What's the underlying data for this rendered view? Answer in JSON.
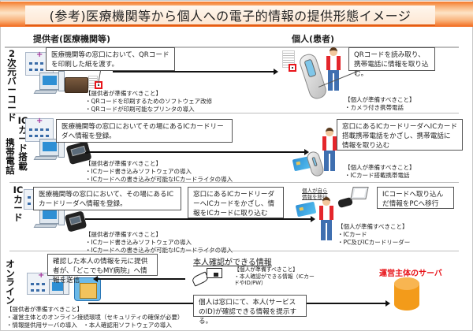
{
  "title": "(参考)医療機関等から個人への電子的情報の提供形態イメージ",
  "columns": {
    "provider": "提供者(医療機関等)",
    "individual": "個人(患者)"
  },
  "rows": [
    {
      "id": "qr",
      "label": "2次元バーコード",
      "provider_callout": "医療機関等の窓口において、QRコードを印刷した紙を渡す。",
      "provider_prep": [
        "【提供者が準備すべきこと】",
        "・QRコードを印刷するためのソフトウェア改修",
        "・QRコードが印刷可能なプリンタの導入"
      ],
      "individual_callout": "QRコードを読み取り、携帯電話に情報を取り込む。",
      "individual_prep": [
        "【個人が準備すべきこと】",
        "・カメラ付き携帯電話"
      ]
    },
    {
      "id": "ic-phone",
      "label": "ICカード搭載携帯電話",
      "provider_callout": "医療機関等の窓口においてその場にあるICカードリーダへ情報を登録。",
      "provider_prep": [
        "【提供者が準備すべきこと】",
        "・ICカード書き込みソフトウェアの導入",
        "・ICカードへの書き込みが可能なICカードライタの導入"
      ],
      "individual_callout": "窓口にあるICカードリーダへICカード搭載携帯電話をかざし、携帯電話に情報を取り込む",
      "individual_prep": [
        "【個人が準備すべきこと】",
        "・ICカード搭載携帯電話"
      ]
    },
    {
      "id": "ic-card",
      "label": "ICカード",
      "provider_callout": "医療機関等の窓口において、その場にあるICカードリーダへ情報を登録。",
      "provider_prep": [
        "【提供者が準備すべきこと】",
        "・ICカード書き込みソフトウェアの導入",
        "・ICカードへの書き込みが可能なICカードライタの導入"
      ],
      "individual_callout": "窓口にあるICカードリーダーへICカードをかざし、情報をICカードに取り込む",
      "self_transfer_note": [
        "個人が自ら",
        "情報を移行"
      ],
      "pc_callout": "ICコードへ取り込んだ情報をPCへ移行",
      "individual_prep": [
        "【個人が準備すべきこと】",
        "・ICカード",
        "・PC及びICカードリーダー"
      ]
    },
    {
      "id": "online",
      "label": "オンライン",
      "provider_callout": "確認した本人の情報を元に提供者が、「どこでもMY病院」へ情報を送信",
      "provider_prep": [
        "【提供者が準備すべきこと】",
        "・運営主体とのオンライン接続環境（セキュリティの確保が必要）",
        "・情報提供用サーバの導入　・本人確認用ソフトウェアの導入"
      ],
      "id_heading": "本人確認ができる情報",
      "individual_prep": [
        "【個人が準備すべきこと】",
        "・本人確認ができる情報（ICカー",
        "ドやID/PW）"
      ],
      "individual_callout": "個人は窓口にて、本人(サービスのID)が確認できる情報を提示する。",
      "server_label": "運営主体のサーバ"
    }
  ],
  "icons": [
    "hospital-icon",
    "pc-icon",
    "printer-icon",
    "qr-code-icon",
    "mobile-phone-icon",
    "person-icon",
    "ic-card-reader-icon",
    "ic-card-icon",
    "laptop-icon",
    "hand-holding-card-icon",
    "server-database-icon",
    "network-house-icon"
  ],
  "colors": {
    "title_band": "#f47a2a",
    "title_underline": "#e35d14",
    "server_label": "#e8141a",
    "server": "#f39b1a",
    "qr_highlight": "#e8141a",
    "person_shirt": "#e4262b",
    "person_pants": "#3f6fb0"
  }
}
